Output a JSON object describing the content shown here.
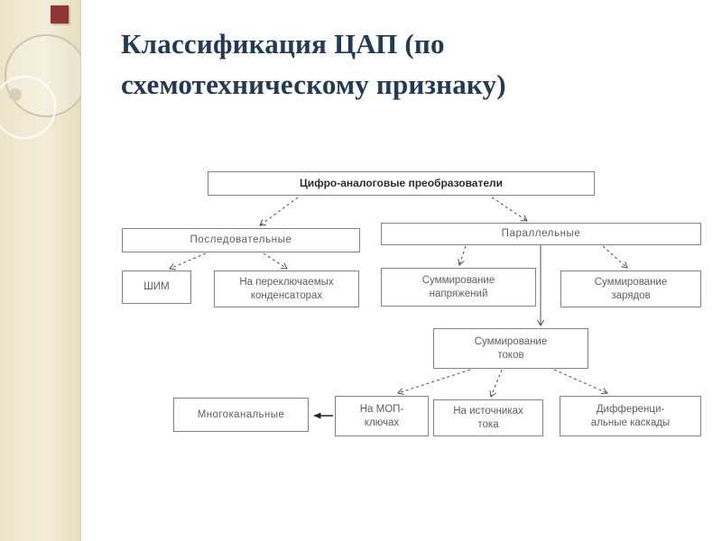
{
  "slide": {
    "title_line1": "Классификация ЦАП (по",
    "title_line2": "схемотехническому признаку)"
  },
  "colors": {
    "accent_square": "#8f3532",
    "title_text": "#233a54",
    "node_border": "#828282"
  },
  "diagram": {
    "nodes": {
      "root": {
        "label": "Цифро-аналоговые преобразователи"
      },
      "serial": {
        "label": "Последовательные"
      },
      "parallel": {
        "label": "Параллельные"
      },
      "pwm": {
        "label": "ШИМ"
      },
      "switched_caps": {
        "label": "На переключаемых\nконденсаторах"
      },
      "voltage_sum": {
        "label": "Суммирование\nнапряжений"
      },
      "charge_sum": {
        "label": "Суммирование\nзарядов"
      },
      "current_sum": {
        "label": "Суммирование\nтоков"
      },
      "multichannel": {
        "label": "Многоканальные"
      },
      "mos_switches": {
        "label": "На МОП-\nключах"
      },
      "current_sources": {
        "label": "На источниках\nтока"
      },
      "diff_cascades": {
        "label": "Дифференци-\nальные каскады"
      }
    }
  }
}
